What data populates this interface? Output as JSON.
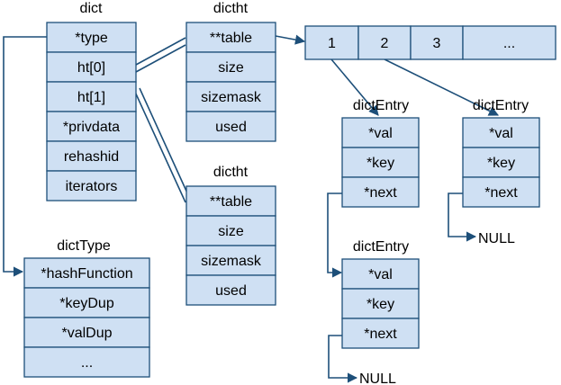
{
  "colors": {
    "cell_fill": "#cfe0f3",
    "border": "#1d4f79",
    "arrow": "#1d4f79",
    "text": "#000000"
  },
  "dict": {
    "title": "dict",
    "fields": [
      "*type",
      "ht[0]",
      "ht[1]",
      "*privdata",
      "rehashid",
      "iterators"
    ]
  },
  "dictht_0": {
    "title": "dictht",
    "fields": [
      "**table",
      "size",
      "sizemask",
      "used"
    ]
  },
  "dictht_1": {
    "title": "dictht",
    "fields": [
      "**table",
      "size",
      "sizemask",
      "used"
    ]
  },
  "table": {
    "cells": [
      "1",
      "2",
      "3",
      "..."
    ]
  },
  "dictEntry_a": {
    "title": "dictEntry",
    "fields": [
      "*val",
      "*key",
      "*next"
    ]
  },
  "dictEntry_b": {
    "title": "dictEntry",
    "fields": [
      "*val",
      "*key",
      "*next"
    ]
  },
  "dictEntry_c": {
    "title": "dictEntry",
    "fields": [
      "*val",
      "*key",
      "*next"
    ]
  },
  "dictType": {
    "title": "dictType",
    "fields": [
      "*hashFunction",
      "*keyDup",
      "*valDup",
      "..."
    ]
  },
  "null_labels": {
    "a": "NULL",
    "c": "NULL"
  }
}
